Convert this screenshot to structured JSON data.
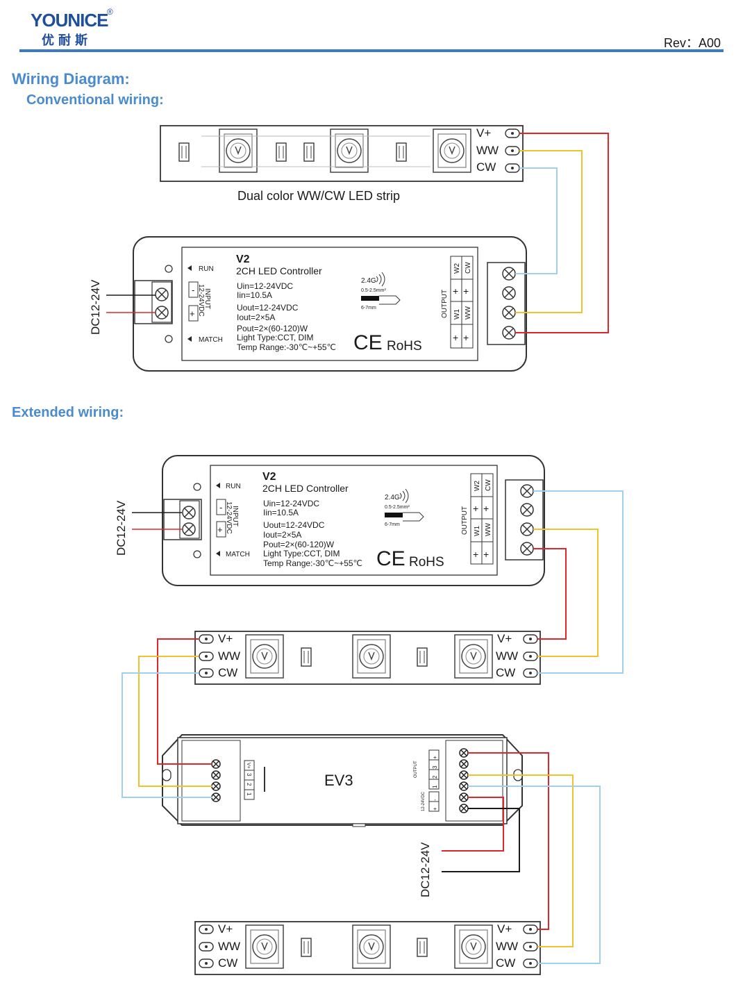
{
  "header": {
    "logo_text": "YOUNICE",
    "logo_reg": "®",
    "logo_cn": "优耐斯",
    "revision": "Rev：A00"
  },
  "headings": {
    "wiring_diagram": "Wiring Diagram:",
    "conventional": "Conventional wiring:",
    "extended": "Extended wiring:"
  },
  "strip": {
    "caption": "Dual color WW/CW LED strip",
    "terminals": [
      "V+",
      "WW",
      "CW"
    ]
  },
  "controller": {
    "model": "V2",
    "name": "2CH LED Controller",
    "run_label": "RUN",
    "match_label": "MATCH",
    "input_label": "INPUT",
    "input_voltage": "12-24VDC",
    "minus": "-",
    "plus": "+",
    "specs": [
      "Uin=12-24VDC",
      "Iin=10.5A",
      "Uout=12-24VDC",
      "Iout=2×5A",
      "Pout=2×(60-120)W",
      "Light Type:CCT, DIM",
      "Temp Range:-30℃~+55℃"
    ],
    "freq": "2.4G",
    "wire_gauge": "0.5-2.5mm²",
    "strip_length": "6-7mm",
    "ce": "CE",
    "rohs": "RoHS",
    "output_label": "OUTPUT",
    "out_w2": "W2",
    "out_cw": "CW",
    "out_w1": "W1",
    "out_ww": "WW"
  },
  "power_label": "DC12-24V",
  "amplifier": {
    "model": "EV3",
    "input_pins": [
      "V+",
      "3",
      "2",
      "1"
    ],
    "output_label": "OUTPUT",
    "input_label": "12-24VDC",
    "output_pins": [
      "+",
      "3",
      "2",
      "1",
      "-",
      "+"
    ]
  },
  "colors": {
    "brand": "#1f4f9c",
    "heading": "#4a8bd0",
    "red_wire": "#e0262b",
    "yellow_wire": "#f2c12e",
    "blue_wire": "#9fd0ec",
    "black_wire": "#1a1a1a"
  }
}
